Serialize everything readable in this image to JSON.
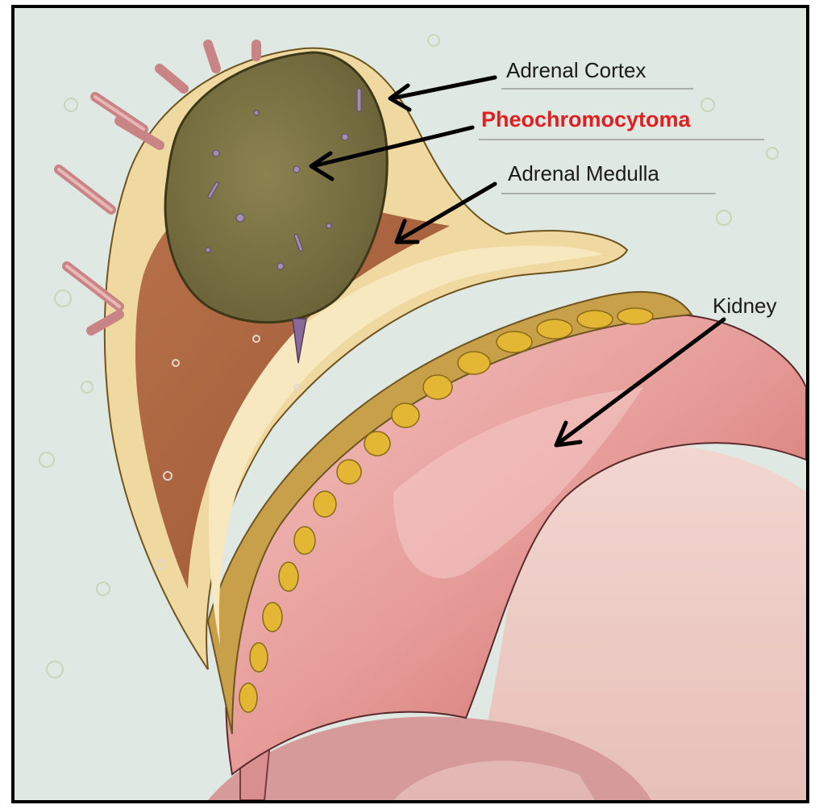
{
  "labels": {
    "adrenal_cortex": "Adrenal Cortex",
    "pheochromocytoma": "Pheochromocytoma",
    "adrenal_medulla": "Adrenal Medulla",
    "kidney": "Kidney"
  },
  "colors": {
    "background": "#dfe8e2",
    "frame_border": "#000000",
    "highlight_label": "#e02020",
    "label_text": "#1a1a1a",
    "tumor": "#7a7040",
    "cortex": "#efd9a0",
    "medulla": "#a9663d",
    "kidney": "#e9a8a5",
    "fat_globules": "#d9a928",
    "vessels": "#d99a9a"
  }
}
